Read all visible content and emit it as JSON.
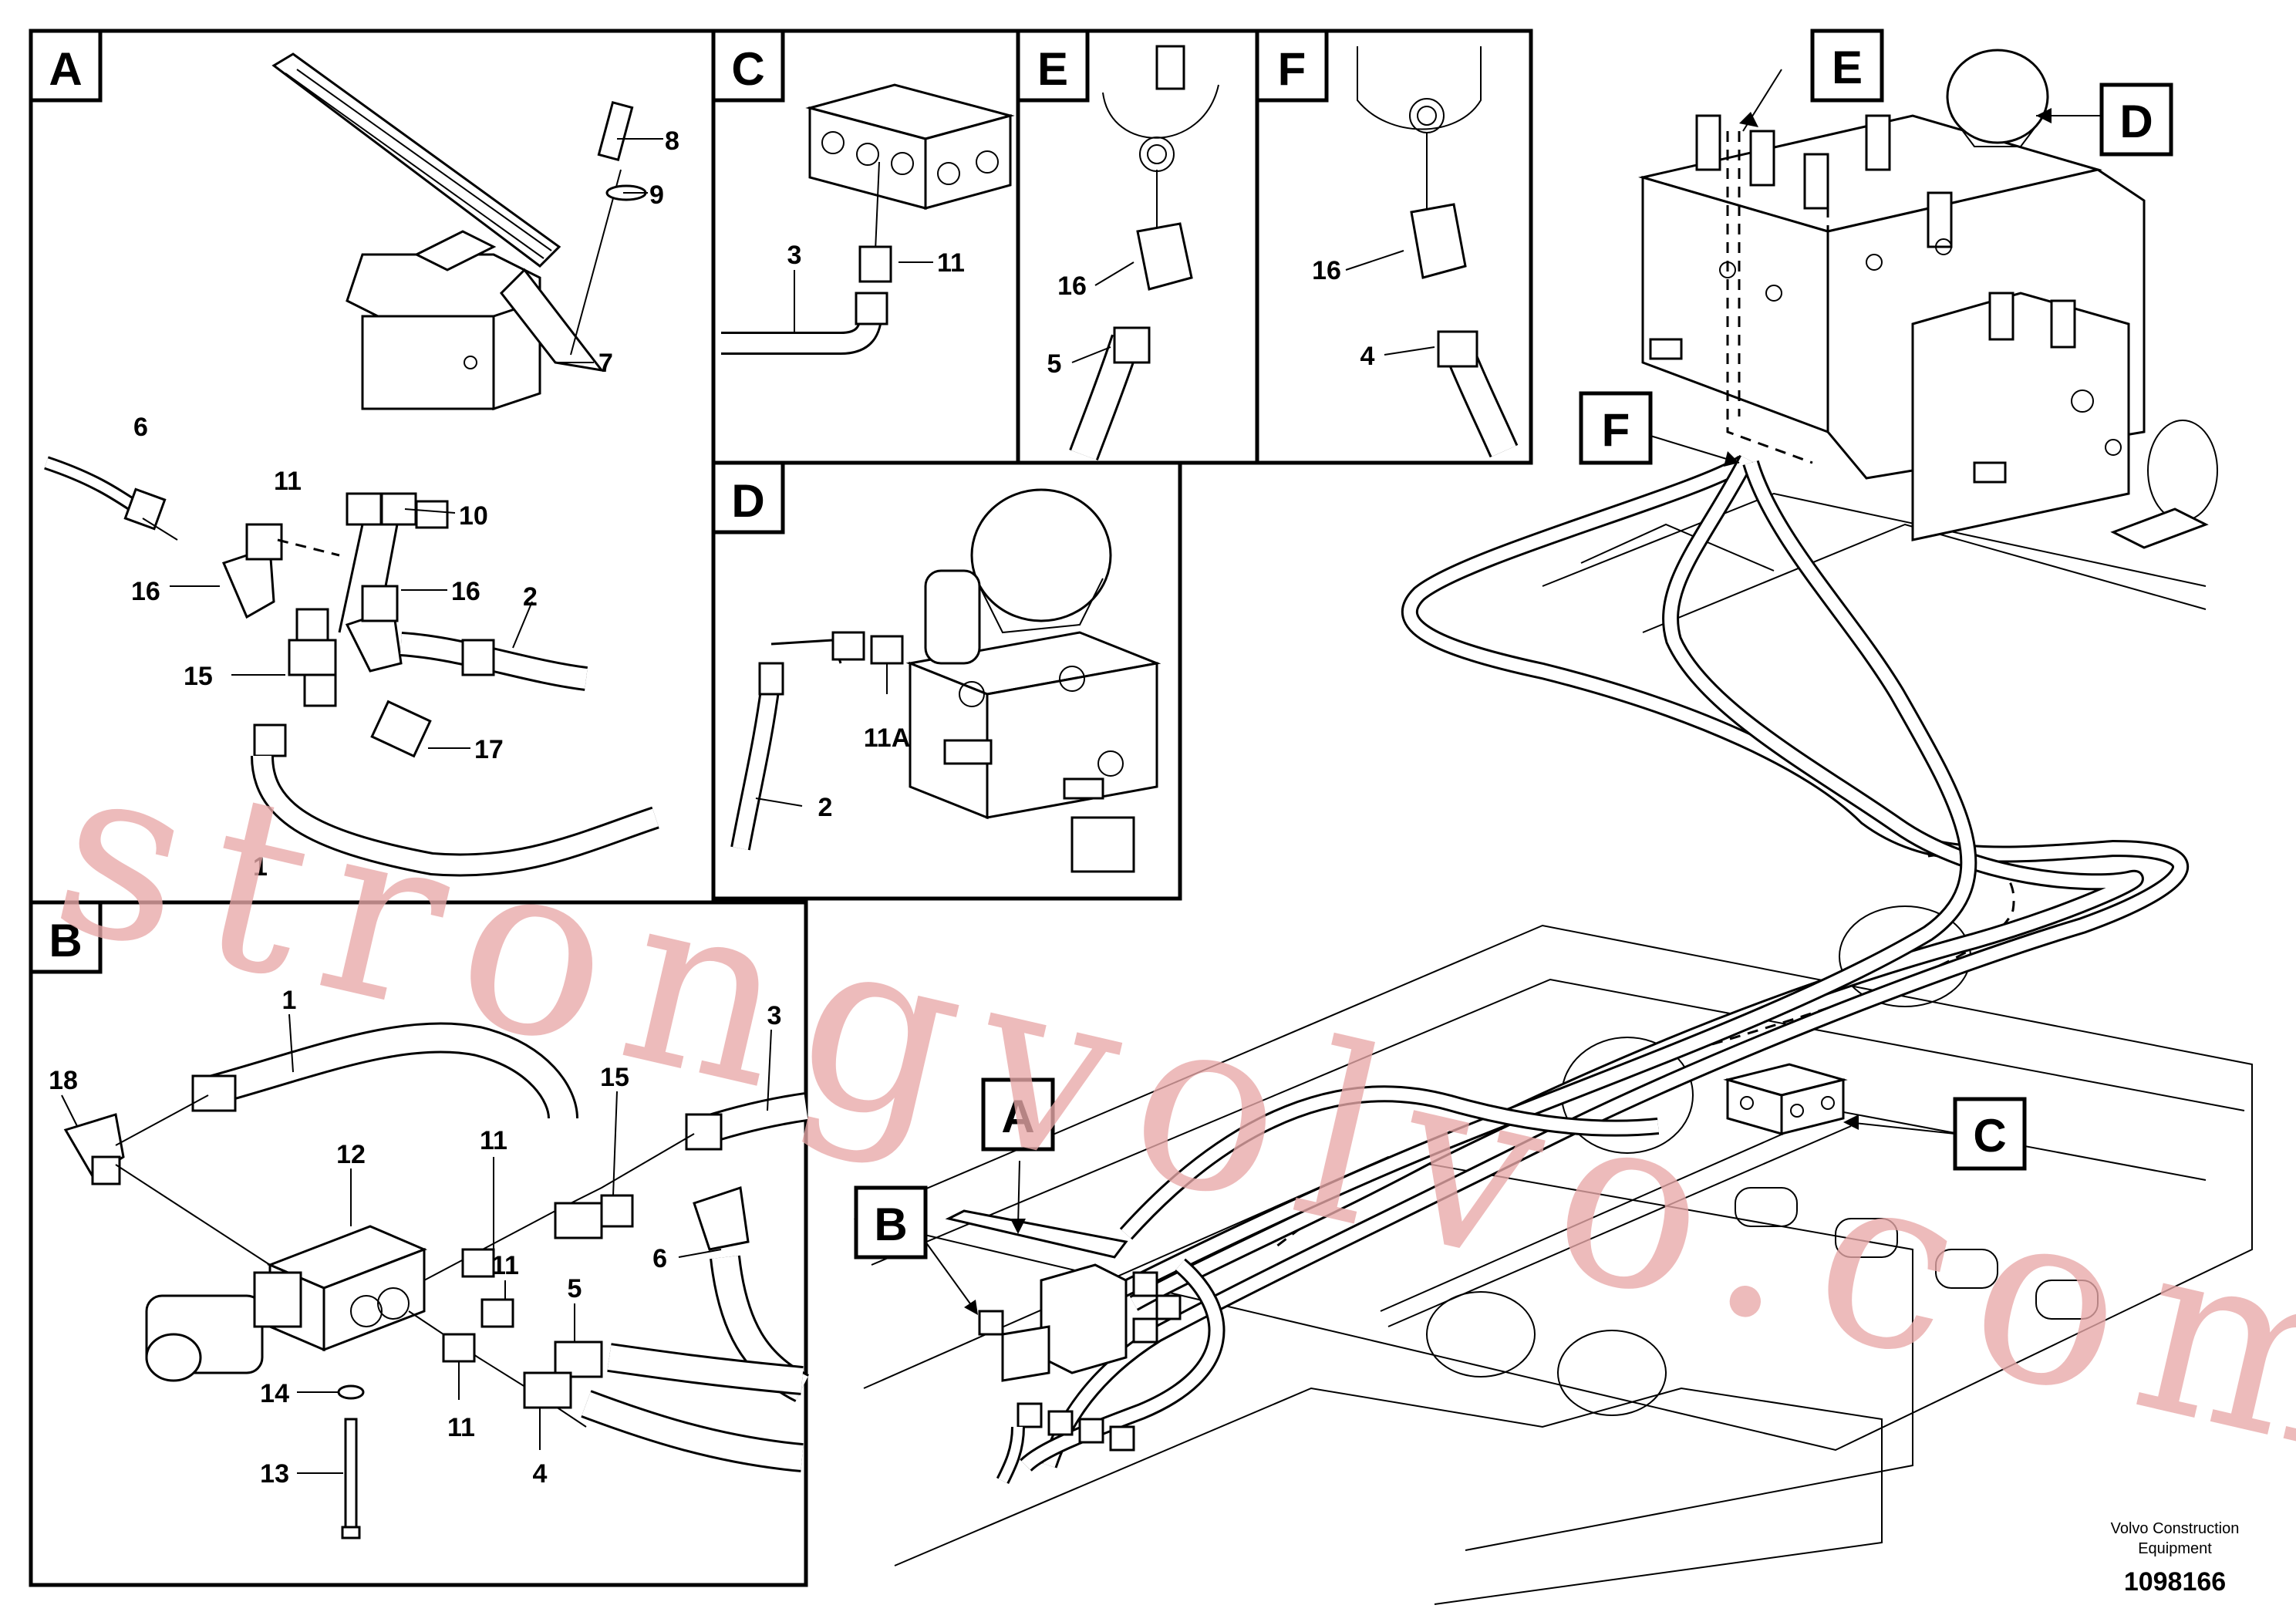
{
  "panels": {
    "A": "A",
    "B": "B",
    "C": "C",
    "D": "D",
    "E": "E",
    "F": "F"
  },
  "callouts": {
    "main_A": "A",
    "main_B": "B",
    "main_C": "C",
    "main_D": "D",
    "main_E": "E",
    "main_F": "F"
  },
  "part_labels": {
    "a_1": "1",
    "a_2": "2",
    "a_6": "6",
    "a_7": "7",
    "a_8": "8",
    "a_9": "9",
    "a_10": "10",
    "a_11": "11",
    "a_15": "15",
    "a_16_left": "16",
    "a_16_right": "16",
    "a_17": "17",
    "b_1": "1",
    "b_3": "3",
    "b_4": "4",
    "b_5": "5",
    "b_6": "6",
    "b_11_a": "11",
    "b_11_b": "11",
    "b_11_c": "11",
    "b_12": "12",
    "b_13": "13",
    "b_14": "14",
    "b_15": "15",
    "b_18": "18",
    "c_3": "3",
    "c_11": "11",
    "d_2": "2",
    "d_11a": "11A",
    "e_5": "5",
    "e_16": "16",
    "f_4": "4",
    "f_16": "16"
  },
  "watermark": "strongvolvo.com",
  "footer": {
    "brand_line1": "Volvo Construction",
    "brand_line2": "Equipment",
    "drawing_number": "1098166"
  }
}
